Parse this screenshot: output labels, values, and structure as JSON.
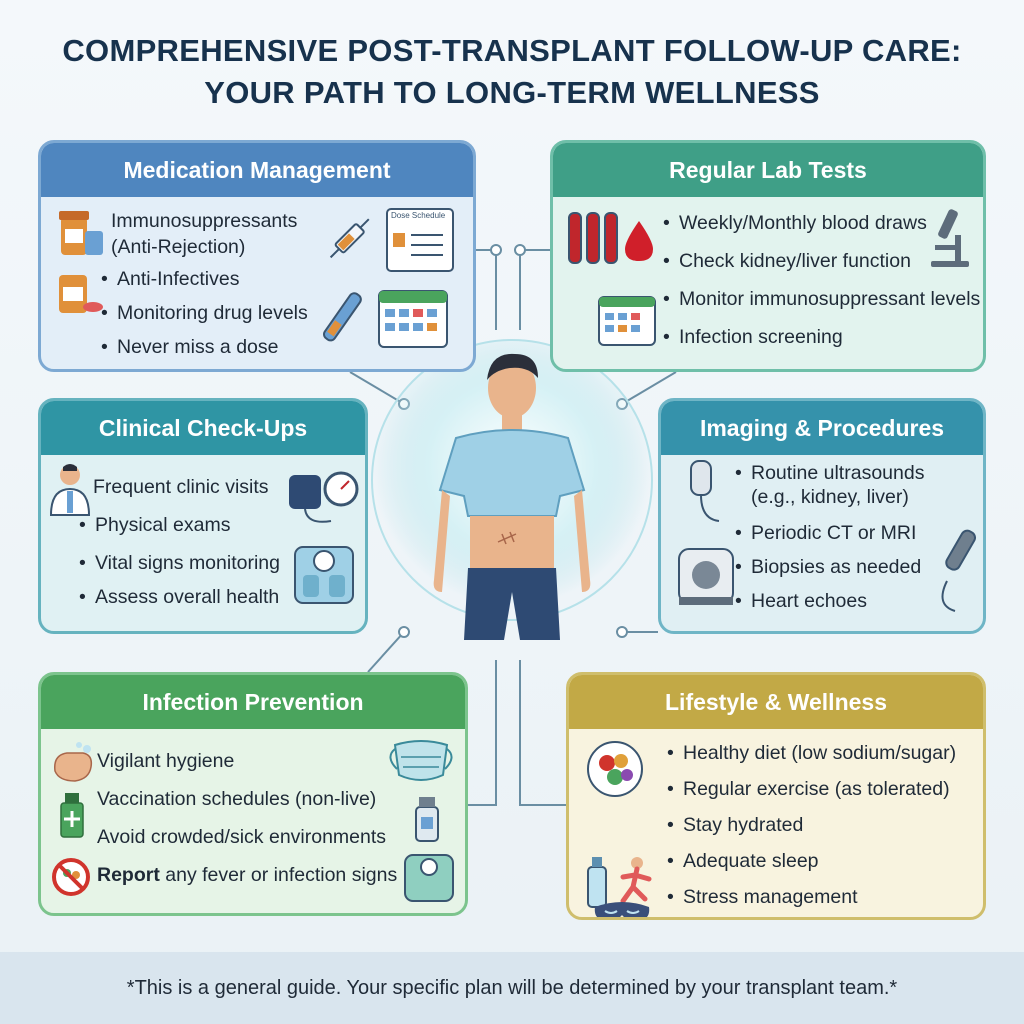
{
  "title": {
    "line1": "COMPREHENSIVE POST-TRANSPLANT FOLLOW-UP CARE:",
    "line2": "YOUR PATH TO LONG-TERM WELLNESS"
  },
  "medication": {
    "heading": "Medication Management",
    "items": [
      "Immunosuppressants",
      "(Anti-Rejection)",
      "Anti-Infectives",
      "Monitoring drug levels",
      "Never miss a dose"
    ],
    "schedule_label": "Dose Schedule"
  },
  "lab": {
    "heading": "Regular Lab Tests",
    "items": [
      "Weekly/Monthly blood draws",
      "Check kidney/liver function",
      "Monitor immunosuppressant levels",
      "Infection screening"
    ]
  },
  "clinical": {
    "heading": "Clinical Check-Ups",
    "items": [
      "Frequent clinic visits",
      "Physical exams",
      "Vital signs monitoring",
      "Assess overall health"
    ]
  },
  "imaging": {
    "heading": "Imaging & Procedures",
    "items": [
      "Routine ultrasounds",
      "(e.g., kidney, liver)",
      "Periodic CT or MRI",
      "Biopsies as needed",
      "Heart echoes"
    ]
  },
  "infection": {
    "heading": "Infection Prevention",
    "items": [
      "Vigilant hygiene",
      "Vaccination schedules (non-live)",
      "Avoid crowded/sick environments"
    ],
    "report_bold": "Report",
    "report_rest": " any fever or infection signs"
  },
  "lifestyle": {
    "heading": "Lifestyle & Wellness",
    "items": [
      "Healthy diet (low sodium/sugar)",
      "Regular exercise (as tolerated)",
      "Stay hydrated",
      "Adequate sleep",
      "Stress management"
    ]
  },
  "footer": "*This is a general guide. Your specific plan will be determined by your transplant team.*",
  "colors": {
    "medication": "#4f86bf",
    "lab": "#3f9f87",
    "clinical": "#2f95a4",
    "imaging": "#3592ab",
    "infection": "#4aa45d",
    "lifestyle": "#c2a946"
  }
}
